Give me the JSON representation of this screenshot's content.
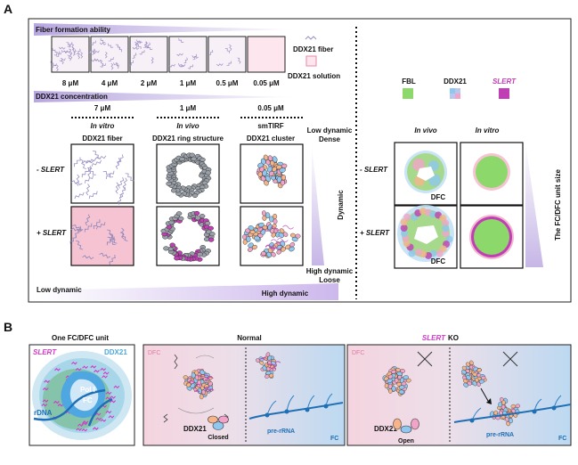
{
  "panel_a": {
    "label": "A",
    "fiber_formation_title": "Fiber formation ability",
    "concentrations": [
      "8 μM",
      "4 μM",
      "2 μM",
      "1 μM",
      "0.5 μM",
      "0.05 μM"
    ],
    "legend_fiber": "DDX21 fiber",
    "legend_solution": "DDX21 solution",
    "ddx21_concentration_title": "DDX21 concentration",
    "top_conc": [
      "7 μM",
      "1 μM",
      "0.05 μM"
    ],
    "conditions": [
      "In vitro",
      "In vivo",
      "smTIRF"
    ],
    "structures": [
      "DDX21 fiber",
      "DDX21 ring structure",
      "DDX21 cluster"
    ],
    "row_minus": "- SLERT",
    "row_plus": "+ SLERT",
    "dense_label_1": "Low dynamic",
    "dense_label_2": "Dense",
    "dynamic_label": "Dynamic",
    "loose_label_1": "High dynamic",
    "loose_label_2": "Loose",
    "bottom_low": "Low dynamic",
    "bottom_high": "High dynamic",
    "legend_fbl": "FBL",
    "legend_ddx21": "DDX21",
    "legend_slert": "SLERT",
    "right_in_vivo": "In vivo",
    "right_in_vitro": "In vitro",
    "dfc_label": "DFC",
    "unit_size_label": "The FC/DFC unit size"
  },
  "panel_b": {
    "label": "B",
    "unit_title": "One FC/DFC unit",
    "slert": "SLERT",
    "ddx21": "DDX21",
    "pol1": "Pol I",
    "fc": "FC",
    "rdna": "rDNA",
    "normal_title": "Normal",
    "ko_title": "KO",
    "ko_slert": "SLERT",
    "dfc": "DFC",
    "ddx21_label": "DDX21",
    "closed": "Closed",
    "open": "Open",
    "pre_rrna": "pre-rRNA",
    "fc_label": "FC"
  },
  "colors": {
    "ddx21_blue": "#8fc7ef",
    "ddx21_orange": "#f5b489",
    "ddx21_pink": "#f2a4c8",
    "slert_magenta": "#c13fb5",
    "fbl_green": "#8dd86a",
    "fc_blue": "#2a7fc4",
    "dfc_pink": "#f7c9d8",
    "gradient_purple": "#c6b6e6"
  }
}
